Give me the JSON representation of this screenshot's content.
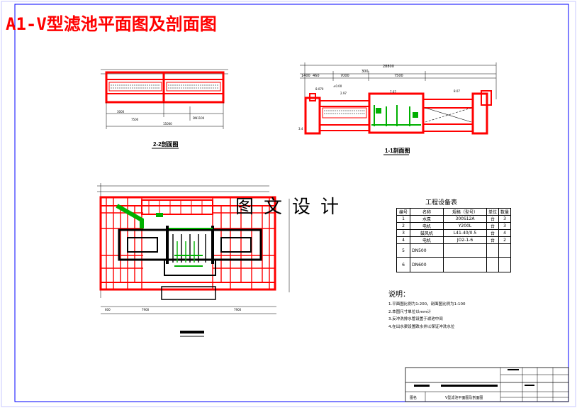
{
  "title": "A1-V型滤池平面图及剖面图",
  "watermark": "图文设计",
  "sections": {
    "section_2_2": "2-2剖面图",
    "section_1_1": "1-1剖面图"
  },
  "dimensions": {
    "overall": "28800",
    "left_pair": "1400",
    "left_pair_b": "460",
    "span_a": "7000",
    "span_mid": "300",
    "span_b": "7500"
  },
  "equipment_table": {
    "title": "工程设备表",
    "headers": [
      "编号",
      "名称",
      "规格（型号）",
      "单位",
      "数量"
    ],
    "rows": [
      [
        "1",
        "水泵",
        "300S12A",
        "台",
        "3"
      ],
      [
        "2",
        "电机",
        "Y200L",
        "台",
        "3"
      ],
      [
        "3",
        "鼓风机",
        "L41-40/0.5",
        "台",
        "4"
      ],
      [
        "4",
        "电机",
        "JO2-1-6",
        "台",
        "2"
      ],
      [
        "5",
        "DN500",
        "",
        "",
        ""
      ],
      [
        "6",
        "DN600",
        "",
        "",
        ""
      ]
    ]
  },
  "notes": {
    "heading": "说明：",
    "items": [
      "1.平面图比例为1:200，剖面图比例为1:100",
      "2.本图尺寸单位以mm计",
      "3.反冲洗排水管设置于滤池中间",
      "4.在出水渠设置跌水井以保证冲洗水位"
    ]
  },
  "title_block": {
    "drawing_name": "V型滤池平面图及剖面图",
    "label": "图名"
  },
  "colors": {
    "red": "#ff0000",
    "green": "#00b000",
    "frame": "#0000ff",
    "black": "#000000"
  }
}
